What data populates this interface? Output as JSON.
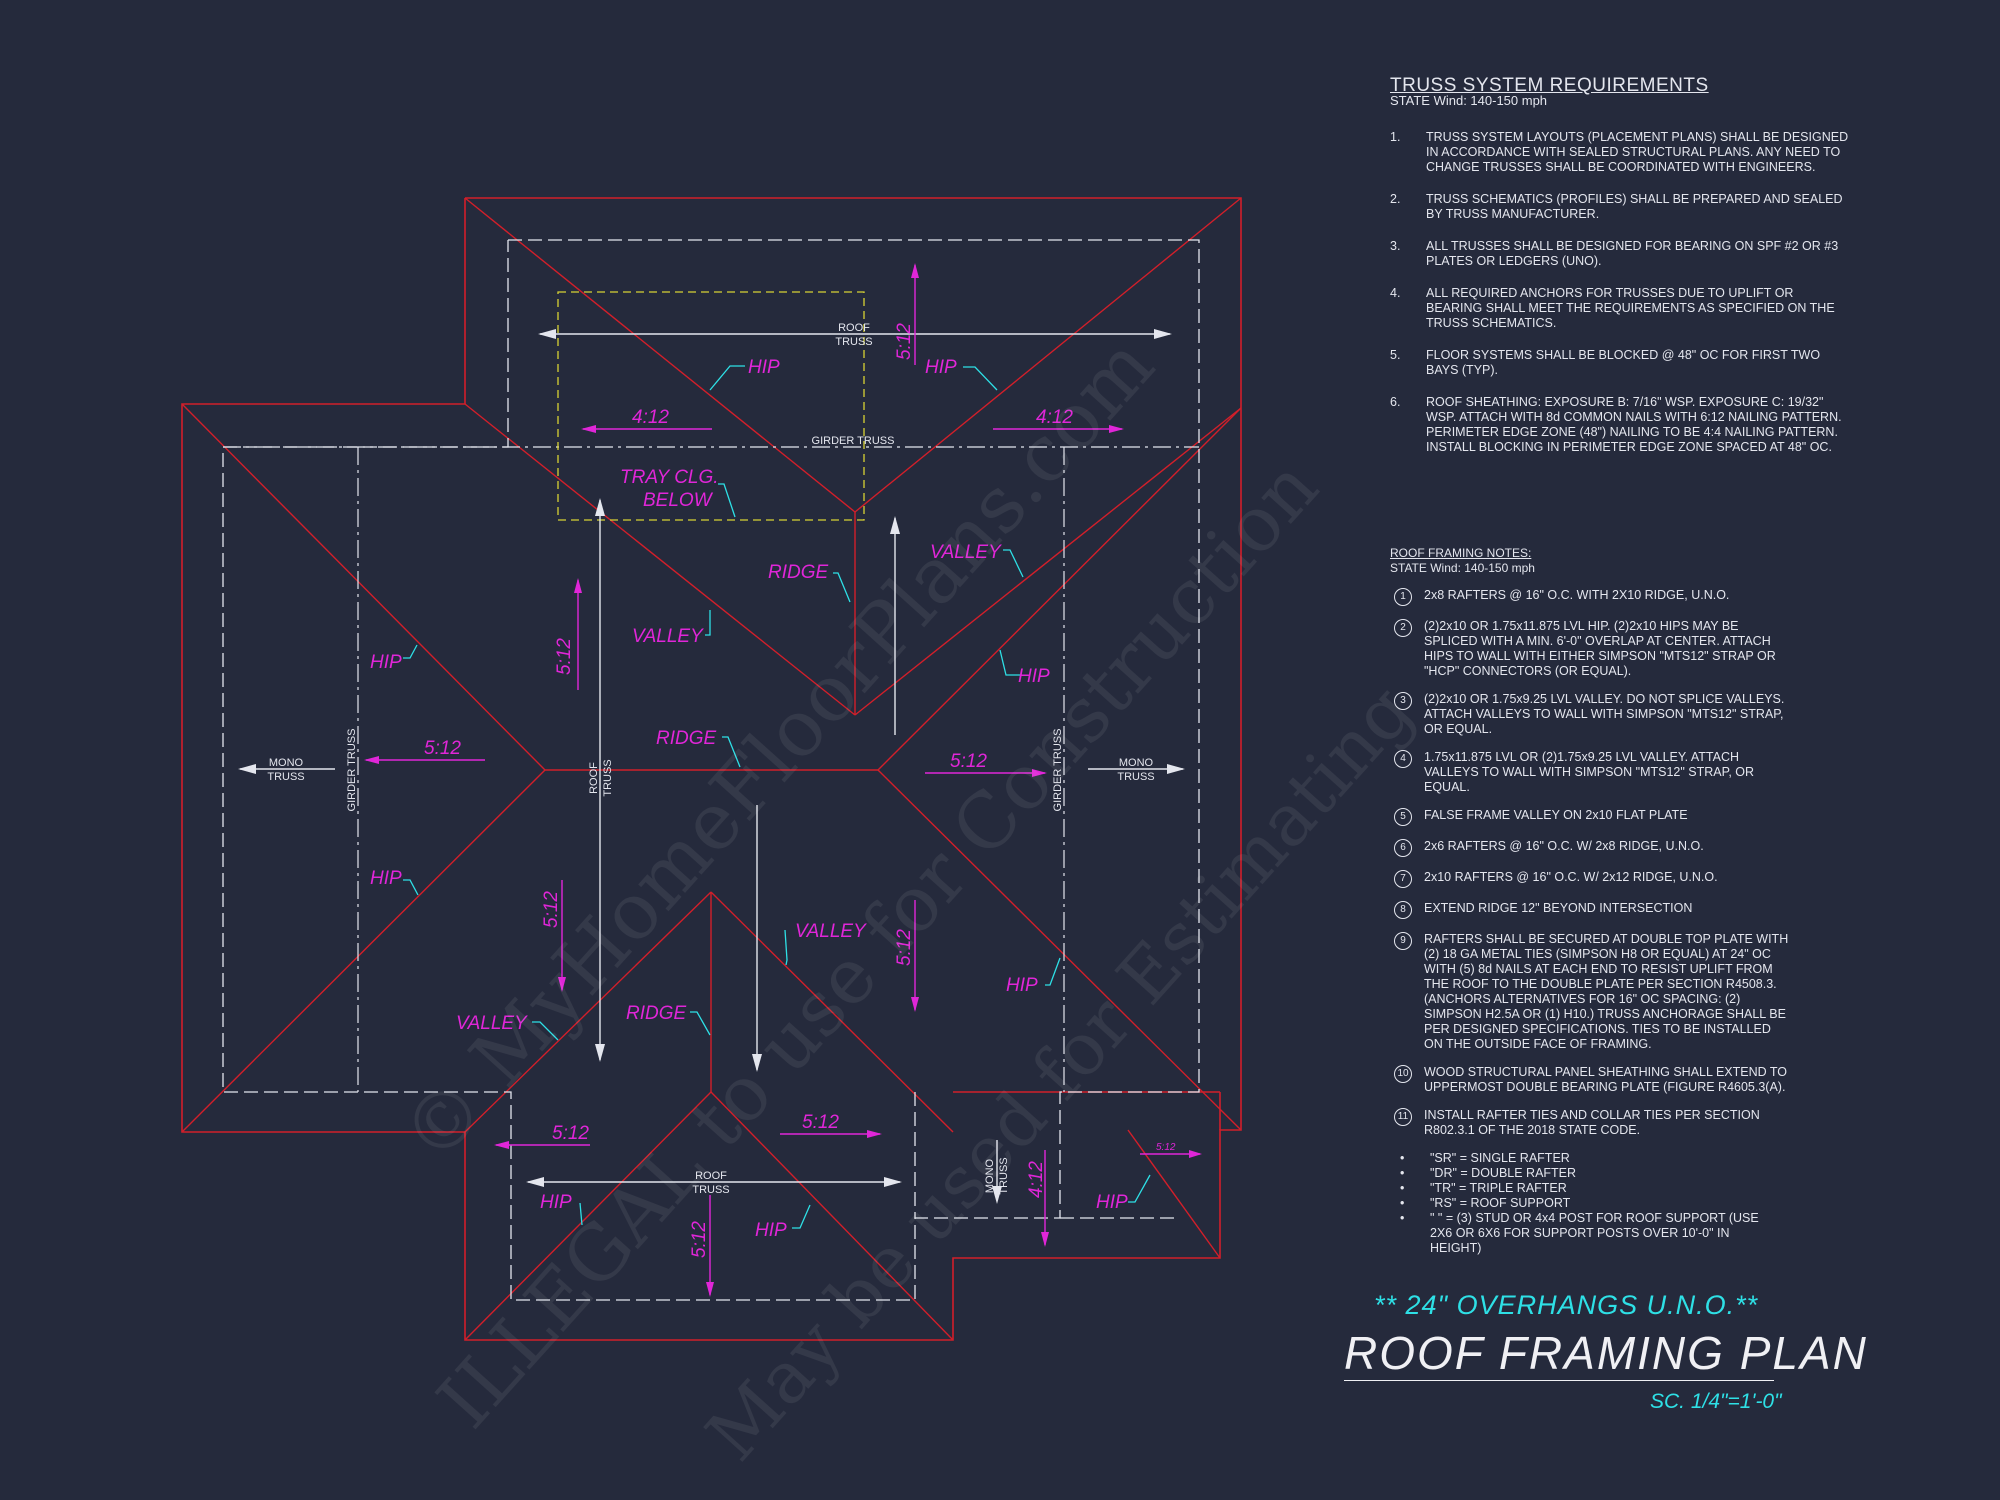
{
  "plan": {
    "labels": {
      "hip": "HIP",
      "ridge": "RIDGE",
      "valley": "VALLEY",
      "tray_line1": "TRAY CLG.",
      "tray_line2": "BELOW",
      "pitch_4_12": "4:12",
      "pitch_5_12": "5:12",
      "roof": "ROOF",
      "truss": "TRUSS",
      "mono": "MONO",
      "girder_truss": "GIRDER TRUSS"
    },
    "colors": {
      "background": "#252a3c",
      "roof_lines": "#d21f2a",
      "walls": "#e4e6ee",
      "labels": "#e026d8",
      "leaders": "#2ee0e6",
      "tray": "#d8d234"
    }
  },
  "truss": {
    "title": "TRUSS SYSTEM REQUIREMENTS",
    "subtitle": "STATE Wind: 140-150 mph",
    "items": [
      {
        "num": "1.",
        "text": "TRUSS SYSTEM LAYOUTS (PLACEMENT PLANS)  SHALL BE DESIGNED IN ACCORDANCE WITH SEALED STRUCTURAL PLANS. ANY NEED TO CHANGE TRUSSES SHALL BE COORDINATED  WITH  ENGINEERS."
      },
      {
        "num": "2.",
        "text": "TRUSS SCHEMATICS (PROFILES) SHALL BE  PREPARED AND SEALED BY TRUSS  MANUFACTURER."
      },
      {
        "num": "3.",
        "text": "ALL TRUSSES SHALL BE DESIGNED FOR  BEARING ON SPF #2 OR #3 PLATES OR LEDGERS  (UNO)."
      },
      {
        "num": "4.",
        "text": "ALL REQUIRED ANCHORS FOR TRUSSES DUE  TO UPLIFT OR BEARING SHALL MEET THE  REQUIREMENTS AS SPECIFIED ON THE TRUSS  SCHEMATICS."
      },
      {
        "num": "5.",
        "text": "FLOOR SYSTEMS SHALL BE BLOCKED @ 48\" OC FOR FIRST TWO BAYS (TYP)."
      },
      {
        "num": "6.",
        "text": "ROOF SHEATHING: EXPOSURE B: 7/16\" WSP. EXPOSURE C: 19/32\" WSP. ATTACH WITH 8d COMMON NAILS WITH 6:12 NAILING PATTERN. PERIMETER EDGE ZONE (48\") NAILING TO BE 4:4 NAILING PATTERN. INSTALL BLOCKING IN PERIMETER EDGE ZONE SPACED AT 48\" OC."
      }
    ]
  },
  "roof_notes": {
    "title": "ROOF FRAMING NOTES:",
    "subtitle": "STATE Wind: 140-150 mph",
    "items": [
      {
        "num": "1",
        "text": "2x8 RAFTERS @ 16\" O.C. WITH 2X10 RIDGE, U.N.O."
      },
      {
        "num": "2",
        "text": "(2)2x10 OR 1.75x11.875 LVL HIP.  (2)2x10 HIPS MAY BE SPLICED WITH A MIN. 6'-0\" OVERLAP AT CENTER. ATTACH HIPS TO WALL WITH EITHER SIMPSON \"MTS12\" STRAP OR \"HCP\" CONNECTORS (OR EQUAL)."
      },
      {
        "num": "3",
        "text": "(2)2x10 OR 1.75x9.25 LVL VALLEY.  DO NOT SPLICE VALLEYS.  ATTACH VALLEYS TO WALL WITH  SIMPSON \"MTS12\" STRAP, OR EQUAL."
      },
      {
        "num": "4",
        "text": "1.75x11.875 LVL OR (2)1.75x9.25 LVL VALLEY.  ATTACH VALLEYS TO WALL WITH SIMPSON \"MTS12\" STRAP, OR EQUAL."
      },
      {
        "num": "5",
        "text": "FALSE FRAME VALLEY ON 2x10 FLAT PLATE"
      },
      {
        "num": "6",
        "text": "2x6 RAFTERS @ 16\" O.C. W/ 2x8 RIDGE, U.N.O."
      },
      {
        "num": "7",
        "text": "2x10 RAFTERS @ 16\" O.C. W/ 2x12 RIDGE, U.N.O."
      },
      {
        "num": "8",
        "text": "EXTEND RIDGE 12\" BEYOND INTERSECTION"
      },
      {
        "num": "9",
        "text": "RAFTERS SHALL BE SECURED AT DOUBLE TOP PLATE WITH (2) 18 GA METAL TIES (SIMPSON H8 OR EQUAL) AT 24\" OC WITH (5) 8d NAILS AT EACH END TO RESIST UPLIFT FROM THE ROOF TO THE DOUBLE PLATE PER SECTION R4508.3. (ANCHORS ALTERNATIVES FOR 16\" OC SPACING: (2) SIMPSON H2.5A OR (1) H10.) TRUSS ANCHORAGE SHALL BE PER DESIGNED SPECIFICATIONS. TIES TO BE INSTALLED ON THE OUTSIDE FACE OF FRAMING."
      },
      {
        "num": "10",
        "text": "WOOD STRUCTURAL PANEL SHEATHING SHALL EXTEND TO UPPERMOST DOUBLE BEARING PLATE (FIGURE R4605.3(A)."
      },
      {
        "num": "11",
        "text": "INSTALL RAFTER TIES AND COLLAR TIES PER SECTION R802.3.1 OF THE 2018 STATE CODE."
      }
    ],
    "bullets": [
      "\"SR\"  = SINGLE RAFTER",
      "\"DR\" = DOUBLE RAFTER",
      "\"TR\" = TRIPLE RAFTER",
      "\"RS\" = ROOF SUPPORT",
      "\"  \" = (3) STUD OR 4x4 POST FOR ROOF SUPPORT (USE 2X6 OR 6X6 FOR SUPPORT POSTS OVER 10'-0\" IN HEIGHT)"
    ]
  },
  "footer": {
    "overhang": "** 24\" OVERHANGS U.N.O.**",
    "title": "ROOF FRAMING PLAN",
    "scale": "SC. 1/4\"=1'-0\""
  },
  "watermark": {
    "line1": "© MyHomeFloorPlans.com",
    "line2": "ILLEGAL to use for Construction",
    "line3": "May be used for Estimating"
  }
}
